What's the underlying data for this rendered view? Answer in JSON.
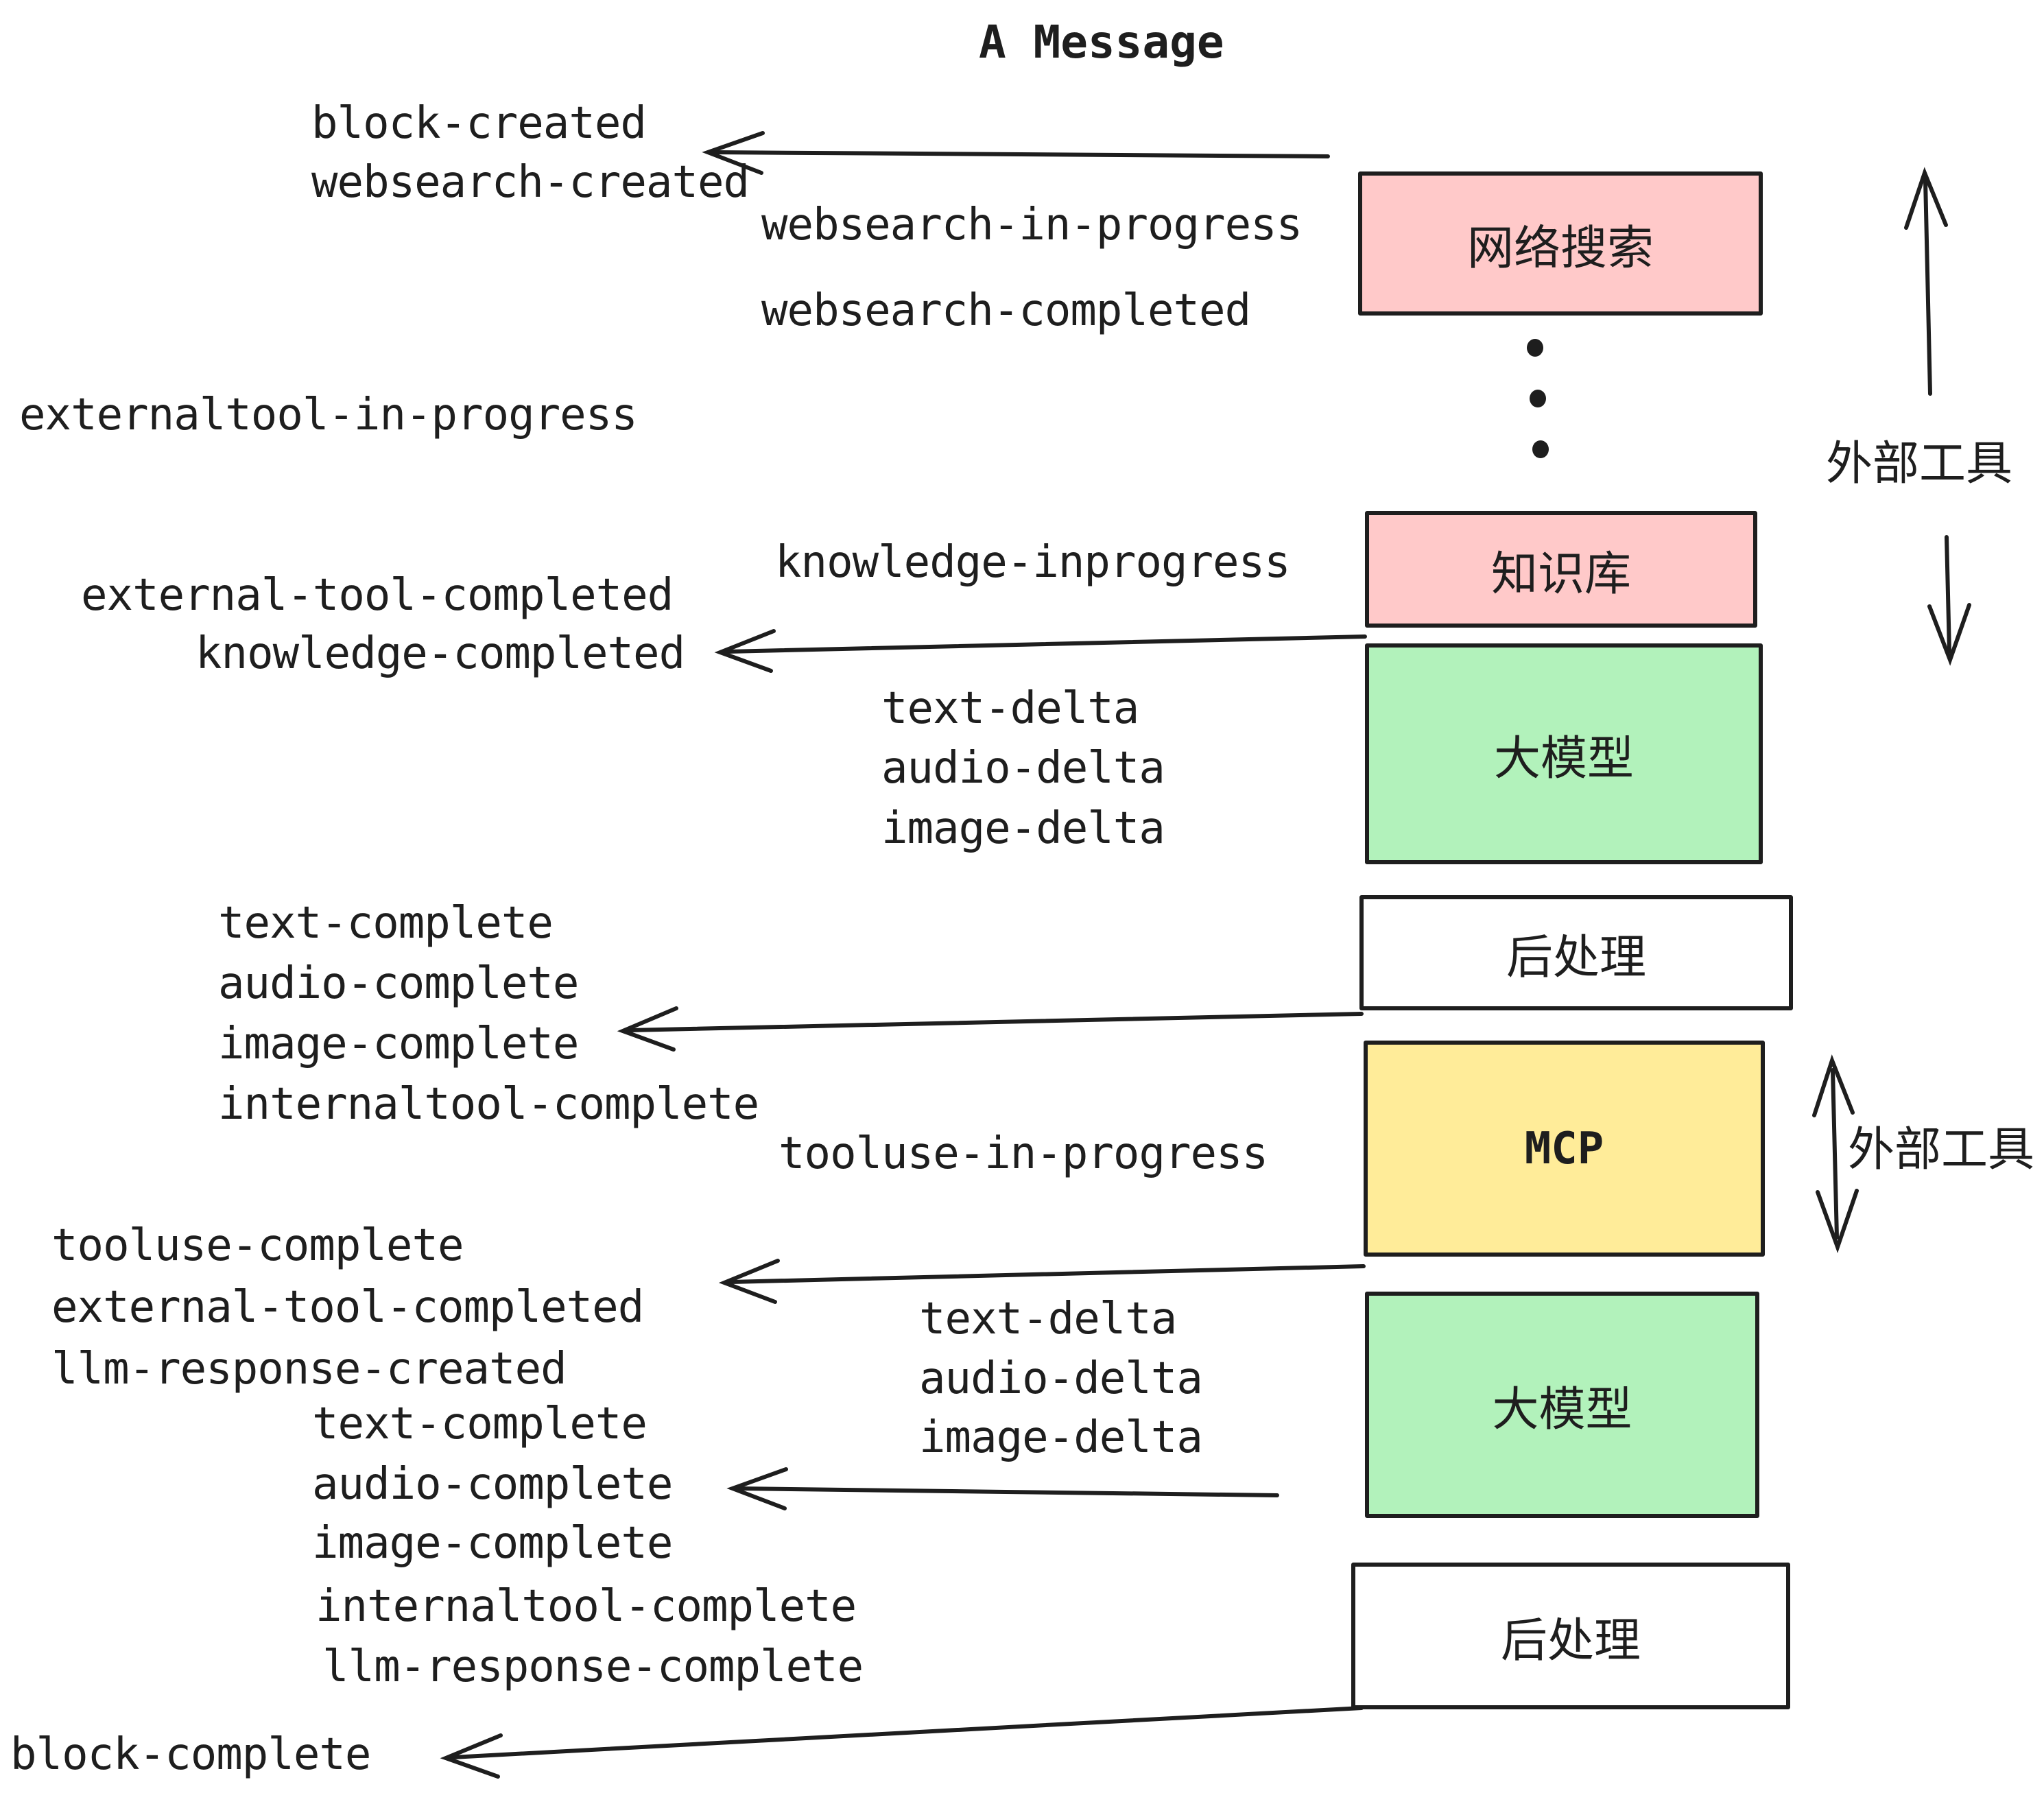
{
  "title": "A Message",
  "colors": {
    "stroke": "#1e1e1e",
    "pink": "#ffc9c9",
    "green": "#b2f2bb",
    "yellow": "#ffec99",
    "white": "#ffffff"
  },
  "boxes": {
    "websearch": {
      "label": "网络搜索",
      "fill": "#ffc9c9"
    },
    "knowledge": {
      "label": "知识库",
      "fill": "#ffc9c9"
    },
    "llm1": {
      "label": "大模型",
      "fill": "#b2f2bb"
    },
    "post1": {
      "label": "后处理",
      "fill": "#ffffff"
    },
    "mcp": {
      "label": "MCP",
      "fill": "#ffec99"
    },
    "llm2": {
      "label": "大模型",
      "fill": "#b2f2bb"
    },
    "post2": {
      "label": "后处理",
      "fill": "#ffffff"
    }
  },
  "side_labels": {
    "external_tools_top": "外部工具",
    "external_tools_mcp": "外部工具"
  },
  "events": {
    "block_created": "block-created",
    "websearch_created": "websearch-created",
    "websearch_in_progress": "websearch-in-progress",
    "websearch_completed": "websearch-completed",
    "externaltool_in_progress": "externaltool-in-progress",
    "knowledge_inprogress": "knowledge-inprogress",
    "external_tool_completed_1": "external-tool-completed",
    "knowledge_completed": "knowledge-completed",
    "text_delta_1": "text-delta",
    "audio_delta_1": "audio-delta",
    "image_delta_1": "image-delta",
    "text_complete_1": "text-complete",
    "audio_complete_1": "audio-complete",
    "image_complete_1": "image-complete",
    "internaltool_complete_1": "internaltool-complete",
    "tooluse_in_progress": "tooluse-in-progress",
    "tooluse_complete": "tooluse-complete",
    "external_tool_completed_2": "external-tool-completed",
    "llm_response_created": "llm-response-created",
    "text_delta_2": "text-delta",
    "audio_delta_2": "audio-delta",
    "image_delta_2": "image-delta",
    "text_complete_2": "text-complete",
    "audio_complete_2": "audio-complete",
    "image_complete_2": "image-complete",
    "internaltool_complete_2": "internaltool-complete",
    "llm_response_complete": "llm-response-complete",
    "block_complete": "block-complete"
  }
}
